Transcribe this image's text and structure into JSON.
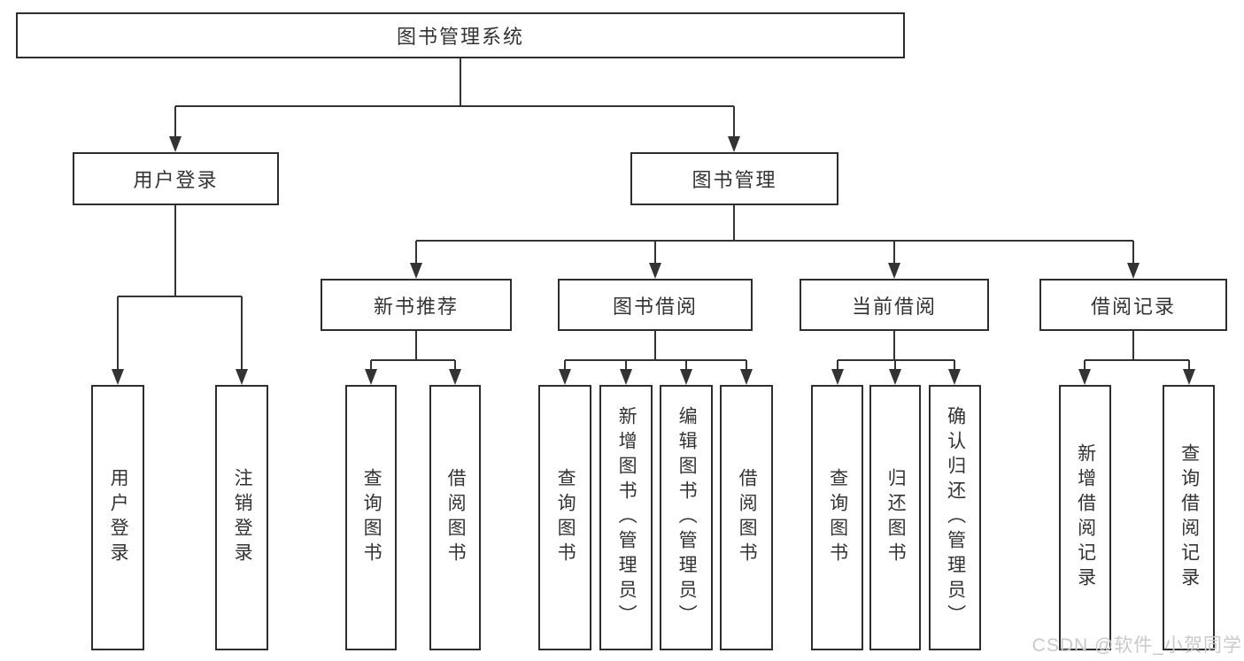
{
  "diagram": {
    "type": "tree",
    "root": {
      "label": "图书管理系统",
      "children": [
        {
          "label": "用户登录",
          "children": [
            {
              "label": "用户登录"
            },
            {
              "label": "注销登录"
            }
          ]
        },
        {
          "label": "图书管理",
          "children": [
            {
              "label": "新书推荐",
              "children": [
                {
                  "label": "查询图书"
                },
                {
                  "label": "借阅图书"
                }
              ]
            },
            {
              "label": "图书借阅",
              "children": [
                {
                  "label": "查询图书"
                },
                {
                  "label": "新增图书（管理员）"
                },
                {
                  "label": "编辑图书（管理员）"
                },
                {
                  "label": "借阅图书"
                }
              ]
            },
            {
              "label": "当前借阅",
              "children": [
                {
                  "label": "查询图书"
                },
                {
                  "label": "归还图书"
                },
                {
                  "label": "确认归还（管理员）"
                }
              ]
            },
            {
              "label": "借阅记录",
              "children": [
                {
                  "label": "新增借阅记录"
                },
                {
                  "label": "查询借阅记录"
                }
              ]
            }
          ]
        }
      ]
    }
  },
  "watermark": {
    "text": "CSDN @软件_小贺同学"
  },
  "colors": {
    "line": "#333333",
    "box_border": "#2e2e2e",
    "box_bg": "#ffffff",
    "text": "#333333",
    "watermark": "#c9c9c9"
  }
}
